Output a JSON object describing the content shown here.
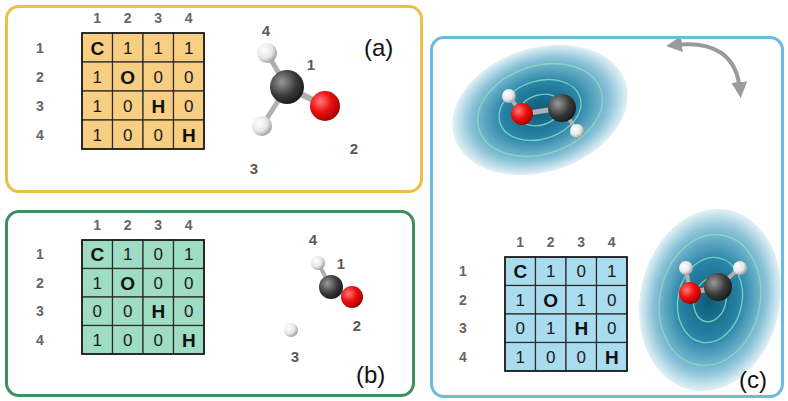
{
  "diagram": {
    "nodes": [
      {
        "text": [
          "(a)"
        ]
      },
      {
        "text": [
          "(b)"
        ]
      },
      {
        "text": [
          "(c)"
        ]
      }
    ],
    "labels": [
      "1",
      "2",
      "3",
      "4",
      "1",
      "C",
      "1",
      "1",
      "1",
      "2",
      "1",
      "O",
      "0",
      "0",
      "3",
      "1",
      "0",
      "H",
      "0",
      "4",
      "1",
      "0",
      "0",
      "H",
      "4",
      "1",
      "2",
      "3",
      "1",
      "2",
      "3",
      "4",
      "1",
      "C",
      "1",
      "0",
      "1",
      "2",
      "1",
      "O",
      "0",
      "0",
      "3",
      "0",
      "0",
      "H",
      "0",
      "4",
      "1",
      "0",
      "0",
      "H",
      "4",
      "1",
      "2",
      "3",
      "1",
      "2",
      "3",
      "4",
      "1",
      "C",
      "1",
      "0",
      "1",
      "2",
      "1",
      "O",
      "1",
      "0",
      "3",
      "0",
      "1",
      "H",
      "0",
      "4",
      "1",
      "0",
      "0",
      "H"
    ]
  }
}
